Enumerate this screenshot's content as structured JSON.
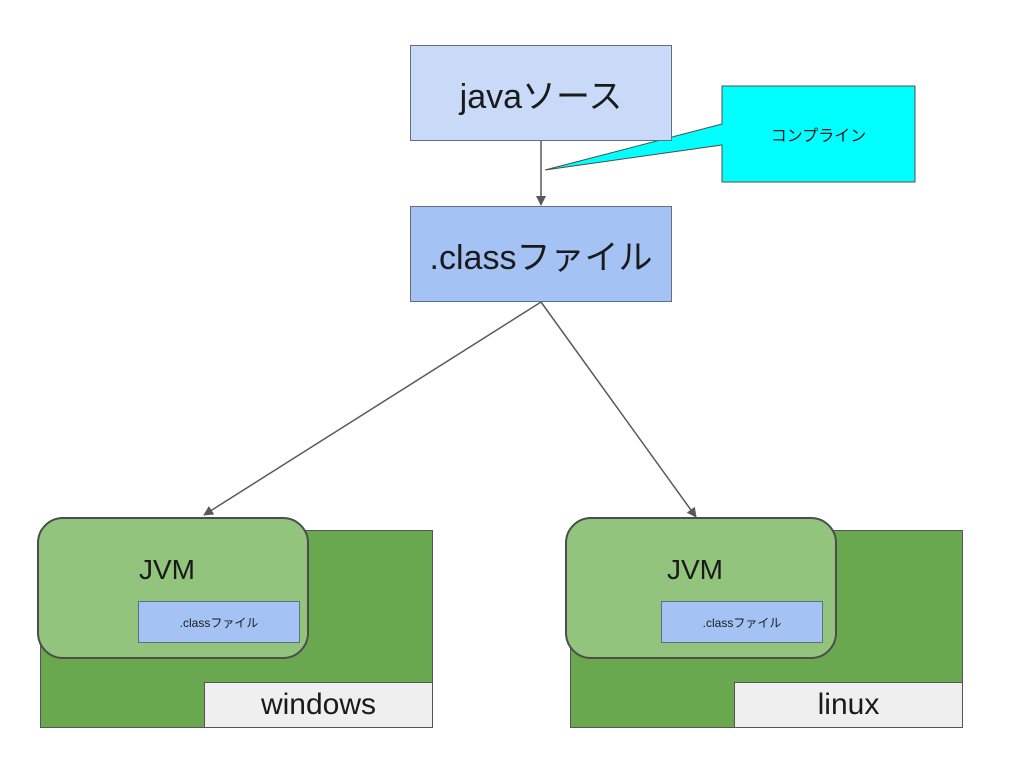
{
  "nodes": {
    "source": {
      "label": "javaソース"
    },
    "class_file": {
      "label": ".classファイル"
    },
    "callout": {
      "label": "コンプライン"
    }
  },
  "platforms": [
    {
      "jvm_label": "JVM",
      "class_label": ".classファイル",
      "os_label": "windows"
    },
    {
      "jvm_label": "JVM",
      "class_label": ".classファイル",
      "os_label": "linux"
    }
  ],
  "colors": {
    "source_fill": "#c9daf8",
    "class_fill": "#a4c2f4",
    "callout_fill": "#00ffff",
    "os_fill": "#6aa84f",
    "jvm_fill": "#93c47d",
    "os_label_fill": "#efefef",
    "connector": "#595959"
  }
}
